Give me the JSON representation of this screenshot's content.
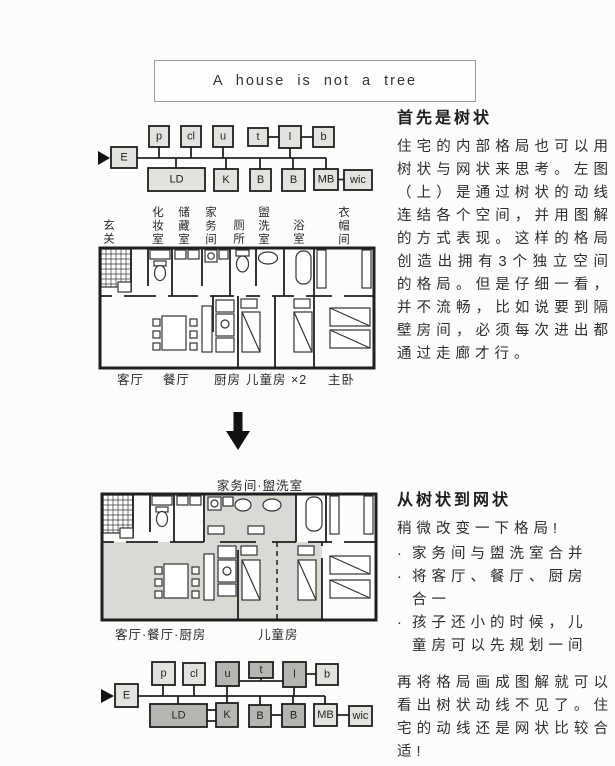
{
  "page": {
    "title": "A house is not a tree"
  },
  "sections": {
    "tree": {
      "heading": "首先是树状",
      "body": "住宅的内部格局也可以用树状与网状来思考。左图（上）是通过树状的动线连结各个空间，并用图解的方式表现。这样的格局创造出拥有3个独立空间的格局。但是仔细一看，并不流畅，比如说要到隔壁房间，必须每次进出都通过走廊才行。"
    },
    "network": {
      "heading": "从树状到网状",
      "intro": "稍微改变一下格局!",
      "bullet_char": "·",
      "bullets": [
        "家务间与盥洗室合并",
        "将客厅、餐厅、厨房合一",
        "孩子还小的时候，儿童房可以先规划一间"
      ],
      "outro": "再将格局画成图解就可以看出树状动线不见了。住宅的动线还是网状比较合适!"
    }
  },
  "tree_diagram": {
    "nodes": {
      "e": "E",
      "p": "p",
      "cl": "cl",
      "u": "u",
      "t": "t",
      "l": "l",
      "b": "b",
      "ld": "LD",
      "k": "K",
      "b1": "B",
      "b2": "B",
      "mb": "MB",
      "wic": "wic"
    }
  },
  "network_diagram": {
    "nodes": {
      "e": "E",
      "p": "p",
      "cl": "cl",
      "u": "u",
      "t": "t",
      "l": "l",
      "b": "b",
      "ld": "LD",
      "k": "K",
      "b1": "B",
      "b2": "B",
      "mb": "MB",
      "wic": "wic"
    }
  },
  "plan_tree": {
    "top_labels": [
      "玄关",
      "化妆室",
      "储藏室",
      "家务间",
      "厕所",
      "盥洗室",
      "浴室",
      "衣帽间"
    ],
    "bottom_labels": [
      "客厅",
      "餐厅",
      "厨房",
      "儿童房 ×2",
      "主卧"
    ]
  },
  "plan_network": {
    "top_label": "家务间·盥洗室",
    "bottom_labels": [
      "客厅·餐厅·厨房",
      "儿童房"
    ]
  },
  "colors": {
    "box_light": "#e4e2dd",
    "box_dark": "#b7b5b0",
    "plan_shade": "#dbd9d4",
    "line": "#222222"
  }
}
